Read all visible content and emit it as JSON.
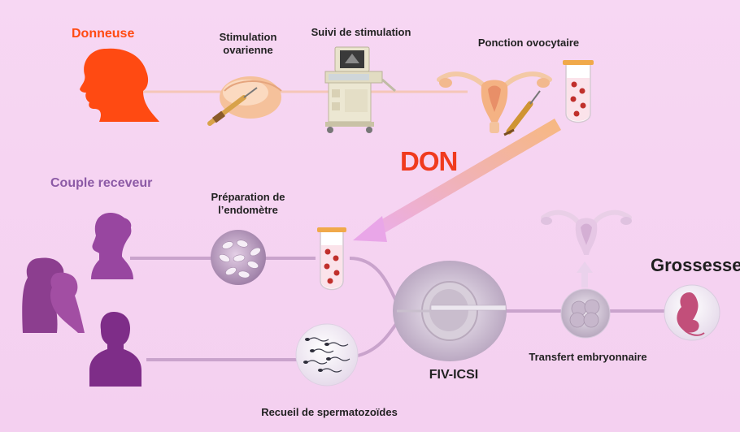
{
  "labels": {
    "donneuse": "Donneuse",
    "stimulation": "Stimulation ovarienne",
    "suivi": "Suivi de stimulation",
    "ponction": "Ponction ovocytaire",
    "don": "DON",
    "couple": "Couple receveur",
    "preparation": "Préparation de l’endomètre",
    "fiv": "FIV-ICSI",
    "transfert": "Transfert embryonnaire",
    "grossesse": "Grossesse",
    "recueil": "Recueil de spermatozoïdes"
  },
  "icons": [
    "woman-profile-icon",
    "abdomen-injection-icon",
    "ultrasound-machine-icon",
    "uterus-icon",
    "syringe-icon",
    "test-tube-icon",
    "don-arrow-icon",
    "woman-silhouette-icon",
    "couple-embrace-icon",
    "man-silhouette-icon",
    "pills-icon",
    "sperm-icon",
    "icsi-microscope-icon",
    "embryo-icon",
    "fetus-icon"
  ],
  "colors": {
    "background": "#f6d4f2",
    "donor_accent": "#ff4a12",
    "don_text": "#f03a1e",
    "couple_accent": "#8c5aa6",
    "donor_line": "#f5c7b8",
    "recipient_line": "#c9a3cc"
  }
}
